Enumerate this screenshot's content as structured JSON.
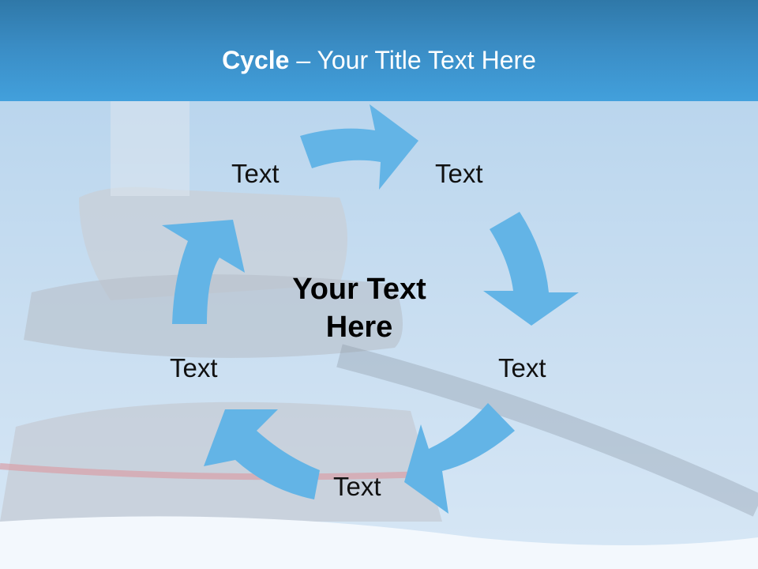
{
  "slide": {
    "title_bold": "Cycle",
    "title_rest": " – Your Title Text Here",
    "center_text_line1": "Your Text",
    "center_text_line2": "Here",
    "labels": [
      {
        "id": "top-left",
        "text": "Text"
      },
      {
        "id": "top-right",
        "text": "Text"
      },
      {
        "id": "right",
        "text": "Text"
      },
      {
        "id": "bottom",
        "text": "Text"
      },
      {
        "id": "left",
        "text": "Text"
      }
    ],
    "arrow_color": "#63b4e6",
    "header_color": "#3a8cc4"
  }
}
